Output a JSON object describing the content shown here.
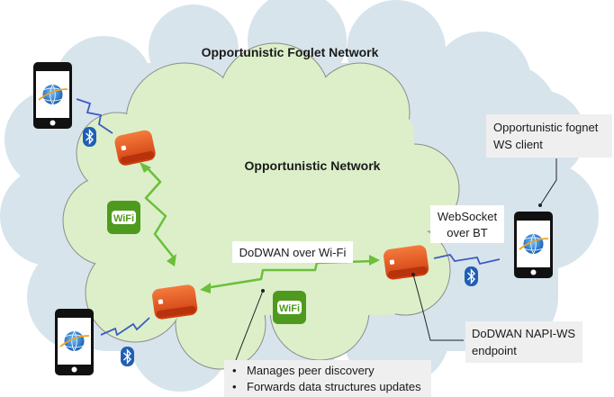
{
  "labels": {
    "outer_cloud_title": "Opportunistic Foglet Network",
    "inner_cloud_title": "Opportunistic Network",
    "dodwan_wifi": "DoDWAN over Wi-Fi",
    "websocket_line1": "WebSocket",
    "websocket_line2": "over BT",
    "fognet_client_line1": "Opportunistic fognet",
    "fognet_client_line2": "WS client",
    "napi_line1": "DoDWAN NAPI-WS",
    "napi_line2": "endpoint",
    "bullet_1": "Manages peer discovery",
    "bullet_2": "Forwards data structures updates"
  },
  "icons": {
    "wifi_text": "WiFi",
    "bullet_glyph": "•"
  },
  "colors": {
    "outer_cloud": "#d7e4ec",
    "inner_cloud": "#dcefc9",
    "node_orange": "#e8501c",
    "wifi_link": "#6bbf3a",
    "bt_link": "#3c5bc4",
    "bluetooth_blue": "#1f5fb4",
    "wifi_badge": "#4e9a1e"
  }
}
